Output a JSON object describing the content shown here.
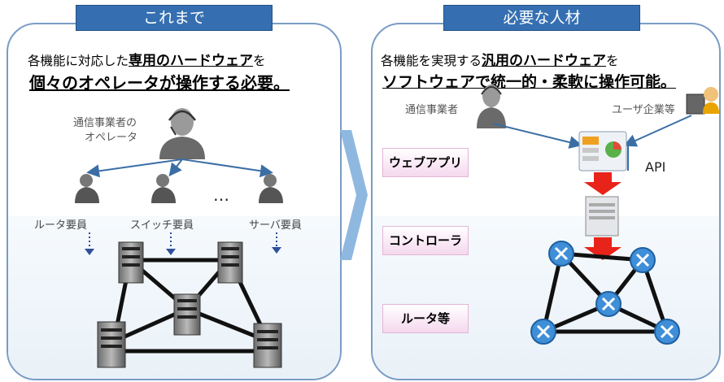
{
  "left": {
    "tab": "これまで",
    "headline_pre": "各機能に対応した",
    "headline_emph": "専用のハードウェア",
    "headline_post": "を",
    "headline2": "個々のオペレータが操作する必要。",
    "operator_label_1": "通信事業者の",
    "operator_label_2": "オペレータ",
    "ellipsis": "…",
    "staff": [
      "ルータ要員",
      "スイッチ要員",
      "サーバ要員"
    ]
  },
  "right": {
    "tab": "必要な人材",
    "headline_pre": "各機能を実現する",
    "headline_emph": "汎用のハードウェア",
    "headline_post": "を",
    "headline2": "ソフトウェアで統一的・柔軟に操作可能。",
    "carrier_label": "通信事業者",
    "user_label": "ユーザ企業等",
    "api": "API",
    "layers": [
      "ウェブアプリ",
      "コントローラ",
      "ルータ等"
    ]
  },
  "colors": {
    "tab_bg": "#356fb2",
    "panel_border": "#7a9cc4",
    "chevron": "#8fb8e0",
    "red_arrow": "#e8231a",
    "router_node": "#3f8fd8",
    "layer_bg": "#f5d8ee"
  },
  "icons": [
    "operator-headset-icon",
    "staff-user-icon",
    "switch-rack-icon",
    "web-app-icon",
    "server-controller-icon",
    "router-node-icon",
    "enterprise-user-icon"
  ]
}
